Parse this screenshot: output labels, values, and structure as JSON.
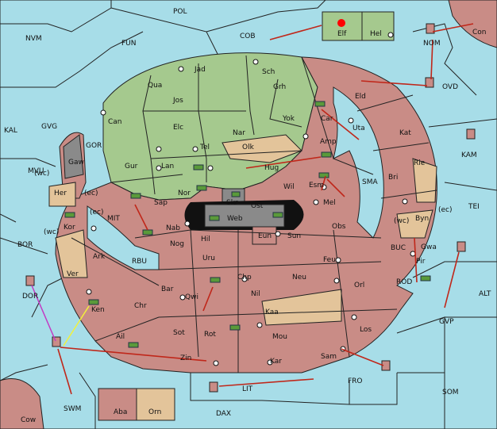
{
  "colors": {
    "sea": "#a7dde8",
    "green_land": "#a5c98e",
    "pink_land": "#c98c86",
    "tan_land": "#e3c49a",
    "grey_land": "#8a8a8a",
    "order_arrow": "#c0271a",
    "support_yellow": "#f2f23a",
    "convoy_magenta": "#c23bc4"
  },
  "regions": {
    "sea": [
      "POL",
      "NVM",
      "FUN",
      "COB",
      "NOM",
      "OVD",
      "KAL",
      "GVG",
      "GOR",
      "KAM",
      "SMA",
      "TEI",
      "MVU",
      "MIT",
      "BOR",
      "RBU",
      "BUC",
      "ROD",
      "ALT",
      "DOR",
      "GVP",
      "SWM",
      "FRO",
      "SOM",
      "DAX",
      "LIT",
      "Cow"
    ],
    "land": [
      "Elf",
      "Hel",
      "Con",
      "Jad",
      "Sch",
      "Qua",
      "Jos",
      "Grh",
      "Eld",
      "Can",
      "Elc",
      "Nar",
      "Yok",
      "Car",
      "Uta",
      "Kat",
      "Tel",
      "Olk",
      "Amp",
      "Gaw",
      "Gur",
      "Lan",
      "Hug",
      "Rie",
      "Her",
      "Nor",
      "Skr",
      "Wil",
      "Esm",
      "Bri",
      "Sap",
      "Ost",
      "Mel",
      "Kor",
      "Web",
      "Byn",
      "Nab",
      "Hil",
      "Eun",
      "Sun",
      "Obs",
      "Gwa",
      "Pir",
      "Nog",
      "Ark",
      "Uru",
      "Feu",
      "Ver",
      "Bar",
      "Chp",
      "Neu",
      "Qwi",
      "Orl",
      "Nil",
      "Chr",
      "Ken",
      "Kaa",
      "Sot",
      "Rot",
      "Mou",
      "Los",
      "Ail",
      "Zin",
      "Kar",
      "Sam",
      "Aba",
      "Orn"
    ],
    "coast_tags": [
      "(wc)",
      "(ec)",
      "(wc)",
      "(ec)",
      "(wc)",
      "(ec)"
    ]
  }
}
